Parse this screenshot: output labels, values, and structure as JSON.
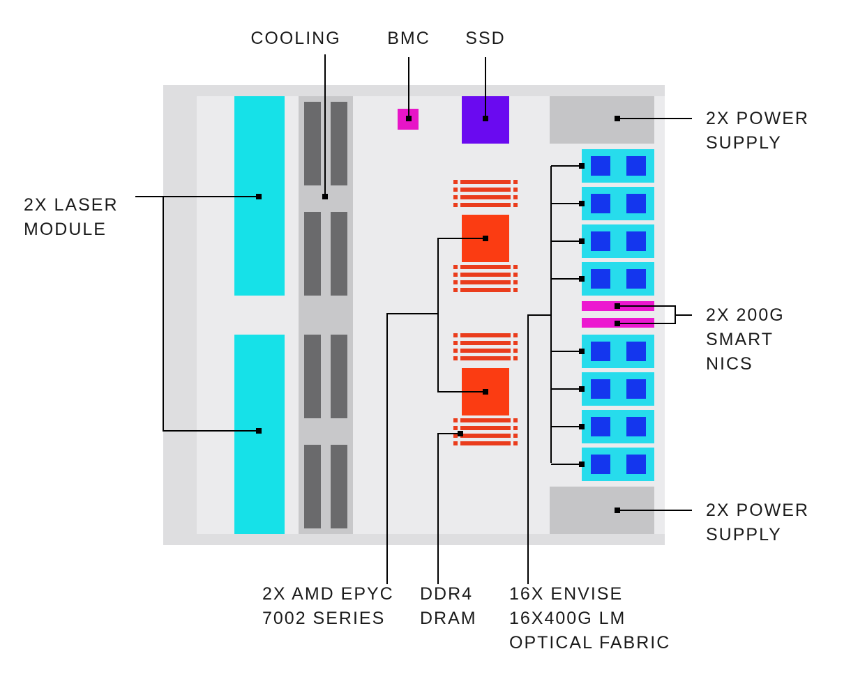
{
  "colors": {
    "chassis": "#ebebed",
    "chassis_edge": "#dedee0",
    "laser": "#16e1e8",
    "cooling_tray": "#c8c8ca",
    "fan": "#6a6a6c",
    "bmc": "#e715c7",
    "ssd": "#6a0af0",
    "cpu": "#fb3c12",
    "dram": "#ea3c1c",
    "power_supply": "#c5c5c7",
    "optical_module": "#27dcec",
    "optical_chip": "#1436ee",
    "smart_nic": "#ec18d0"
  },
  "labels": {
    "cooling": "COOLING",
    "bmc": "BMC",
    "ssd": "SSD",
    "power_top": [
      "2X POWER",
      "SUPPLY"
    ],
    "laser": [
      "2X LASER",
      "MODULE"
    ],
    "smart_nics": [
      "2X 200G",
      "SMART",
      "NICS"
    ],
    "power_bottom": [
      "2X POWER",
      "SUPPLY"
    ],
    "cpu": [
      "2X AMD EPYC",
      "7002 SERIES"
    ],
    "dram": [
      "DDR4",
      "DRAM"
    ],
    "optical": [
      "16X ENVISE",
      "16X400G LM",
      "OPTICAL FABRIC"
    ]
  }
}
